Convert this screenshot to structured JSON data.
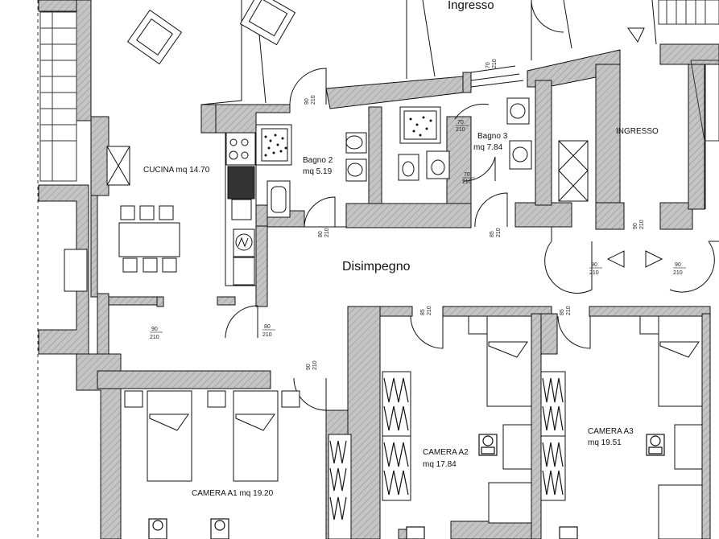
{
  "rooms": {
    "ingresso_top": "Ingresso",
    "ingresso_right": "INGRESSO",
    "cucina": "CUCINA mq 14.70",
    "bagno2_name": "Bagno 2",
    "bagno2_area": "mq 5.19",
    "bagno3_name": "Bagno 3",
    "bagno3_area": "mq 7.84",
    "disimpegno": "Disimpegno",
    "camera_a1": "CAMERA A1 mq 19.20",
    "camera_a2_name": "CAMERA A2",
    "camera_a2_area": "mq 17.84",
    "camera_a3_name": "CAMERA A3",
    "camera_a3_area": "mq 19.51"
  },
  "doors": {
    "d1_w": "90",
    "d1_h": "210",
    "d2_w": "70",
    "d2_h": "210",
    "d3_w": "70",
    "d3_h": "210",
    "d4_w": "70",
    "d4_h": "210",
    "d5_w": "80",
    "d5_h": "210",
    "d6_w": "85",
    "d6_h": "210",
    "d7_w": "90",
    "d7_h": "210",
    "d8_w": "90",
    "d8_h": "210",
    "d9_w": "90",
    "d9_h": "210",
    "d10_w": "90",
    "d10_h": "210",
    "d11_w": "80",
    "d11_h": "210",
    "d12_w": "90",
    "d12_h": "210",
    "d13_w": "85",
    "d13_h": "210",
    "d14_w": "85",
    "d14_h": "210"
  },
  "colors": {
    "wall_fill": "#bdbdbd",
    "line": "#111111"
  }
}
